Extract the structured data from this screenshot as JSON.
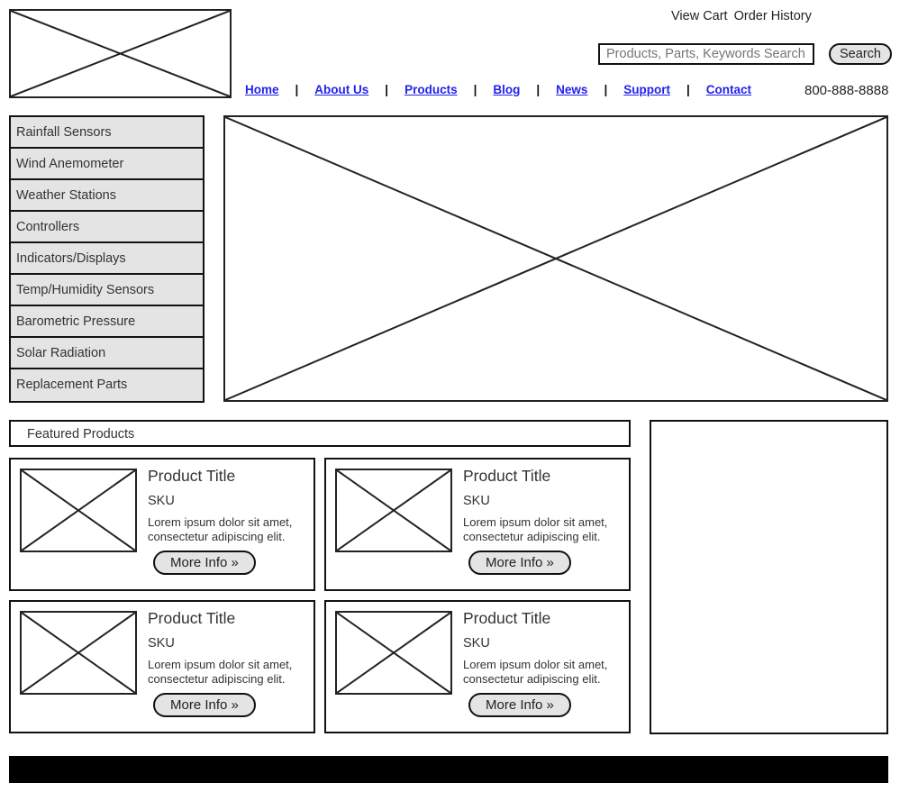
{
  "header": {
    "logo_placeholder": "logo-image-placeholder",
    "account_links": [
      {
        "label": "View Cart"
      },
      {
        "label": "Order History"
      }
    ],
    "search": {
      "placeholder": "Products, Parts, Keywords Search",
      "value": "",
      "button_label": "Search"
    },
    "phone": "800-888-8888",
    "nav_separator": "|",
    "nav": [
      {
        "label": "Home"
      },
      {
        "label": "About Us"
      },
      {
        "label": "Products"
      },
      {
        "label": "Blog"
      },
      {
        "label": "News"
      },
      {
        "label": "Support"
      },
      {
        "label": "Contact"
      }
    ]
  },
  "sidebar": {
    "items": [
      {
        "label": "Rainfall Sensors"
      },
      {
        "label": "Wind Anemometer"
      },
      {
        "label": "Weather Stations"
      },
      {
        "label": "Controllers"
      },
      {
        "label": "Indicators/Displays"
      },
      {
        "label": "Temp/Humidity Sensors"
      },
      {
        "label": "Barometric Pressure"
      },
      {
        "label": "Solar Radiation"
      },
      {
        "label": "Replacement Parts"
      }
    ]
  },
  "hero": {
    "placeholder": "hero-banner-image-placeholder"
  },
  "featured": {
    "title": "Featured Products",
    "products": [
      {
        "title": "Product Title",
        "sku": "SKU",
        "description": "Lorem ipsum dolor sit amet, consectetur adipiscing elit.",
        "button_label": "More Info »"
      },
      {
        "title": "Product Title",
        "sku": "SKU",
        "description": "Lorem ipsum dolor sit amet, consectetur adipiscing elit.",
        "button_label": "More Info »"
      },
      {
        "title": "Product Title",
        "sku": "SKU",
        "description": "Lorem ipsum dolor sit amet, consectetur adipiscing elit.",
        "button_label": "More Info »"
      },
      {
        "title": "Product Title",
        "sku": "SKU",
        "description": "Lorem ipsum dolor sit amet, consectetur adipiscing elit.",
        "button_label": "More Info »"
      }
    ]
  },
  "right_panel": {
    "content": ""
  },
  "footer": {
    "content": ""
  },
  "colors": {
    "link": "#2222ee",
    "category_bg": "#e4e4e4",
    "button_bg": "#e4e4e4",
    "border": "#111111",
    "footer_bg": "#000000",
    "page_bg": "#ffffff"
  }
}
